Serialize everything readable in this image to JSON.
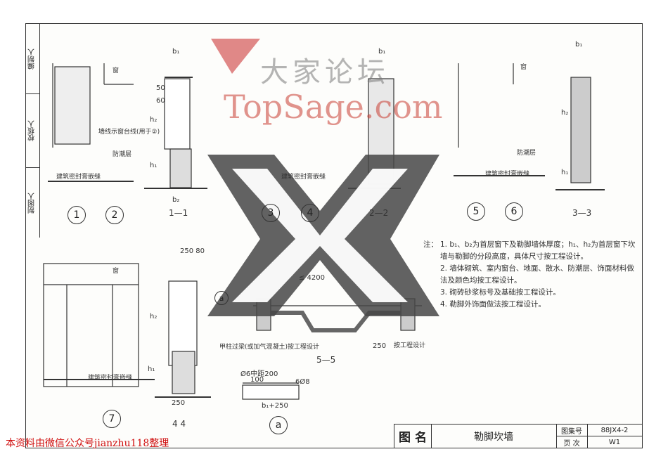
{
  "side_labels": [
    "编制人",
    "校核人",
    "制图人"
  ],
  "sections": {
    "s1_1": "1—1",
    "s2_2": "2—2",
    "s3_3": "3—3",
    "s4_4": "4 4",
    "s5_5": "5—5"
  },
  "circles": [
    "1",
    "2",
    "3",
    "4",
    "5",
    "6",
    "7",
    "a"
  ],
  "annotations": {
    "b1": "b₁",
    "b2": "b₂",
    "h1": "h₁",
    "h2": "h₂",
    "dim_60": "60",
    "dim_50": "50",
    "dim_80": "80",
    "dim_250": "250",
    "dim_25080": "250 80",
    "dim_4200": "≤ 4200",
    "window": "窗",
    "moisture": "防潮层",
    "seal": "建筑密封膏嵌缝",
    "brick_line": "墙线示窗台线(用于②)",
    "custom": "按工程设计",
    "lintel": "甲柱过梁(或加气混凝土)按工程设计",
    "rebar1": "Ø6中距200",
    "rebar2": "6Ø8",
    "rebar_dim": "b₁+250",
    "dim_100": "100"
  },
  "notes": {
    "heading": "注：",
    "items": [
      "1. b₁、b₂为首层窗下及勒脚墙体厚度；h₁、h₂为首层窗下坎墙与勒脚的分段高度，具体尺寸按工程设计。",
      "2. 墙体砌筑、室内窗台、地面、散水、防潮层、饰面材料做法及颜色均按工程设计。",
      "3. 砌砖砂浆标号及基础按工程设计。",
      "4. 勒脚外饰面做法按工程设计。"
    ]
  },
  "title_block": {
    "label": "图 名",
    "name": "勒脚坎墙",
    "atlas_label": "图集号",
    "atlas_no": "88JX4-2",
    "page_label": "页  次",
    "page_no": "W1"
  },
  "watermark": {
    "cn": "大家论坛",
    "en": "TopSage.com"
  },
  "footer": "本资料由微信公众号jianzhu118整理"
}
